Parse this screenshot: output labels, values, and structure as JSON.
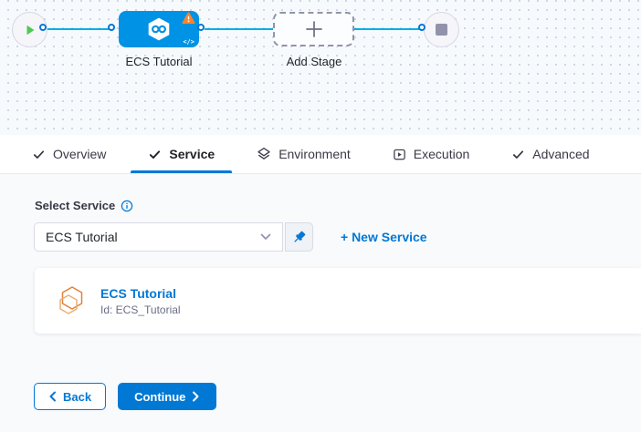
{
  "pipeline_canvas": {
    "stage_label": "ECS Tutorial",
    "add_stage_label": "Add Stage",
    "code_glyph": "</>"
  },
  "tabs": [
    {
      "label": "Overview",
      "icon": "check"
    },
    {
      "label": "Service",
      "icon": "check",
      "active": true
    },
    {
      "label": "Environment",
      "icon": "layers"
    },
    {
      "label": "Execution",
      "icon": "play-square"
    },
    {
      "label": "Advanced",
      "icon": "check"
    }
  ],
  "service_panel": {
    "select_label": "Select Service",
    "select_value": "ECS Tutorial",
    "new_service_link": "+ New Service",
    "service_card": {
      "title": "ECS Tutorial",
      "id_text": "Id: ECS_Tutorial"
    }
  },
  "footer": {
    "back_label": "Back",
    "continue_label": "Continue"
  },
  "colors": {
    "primary_blue": "#0278d5",
    "stage_node_blue": "#0092e4",
    "edge_blue": "#00ade4",
    "warning_orange": "#ff832b",
    "play_green": "#4dc952",
    "end_square_gray": "#9293ab",
    "service_icon_orange": "#e0813b"
  }
}
